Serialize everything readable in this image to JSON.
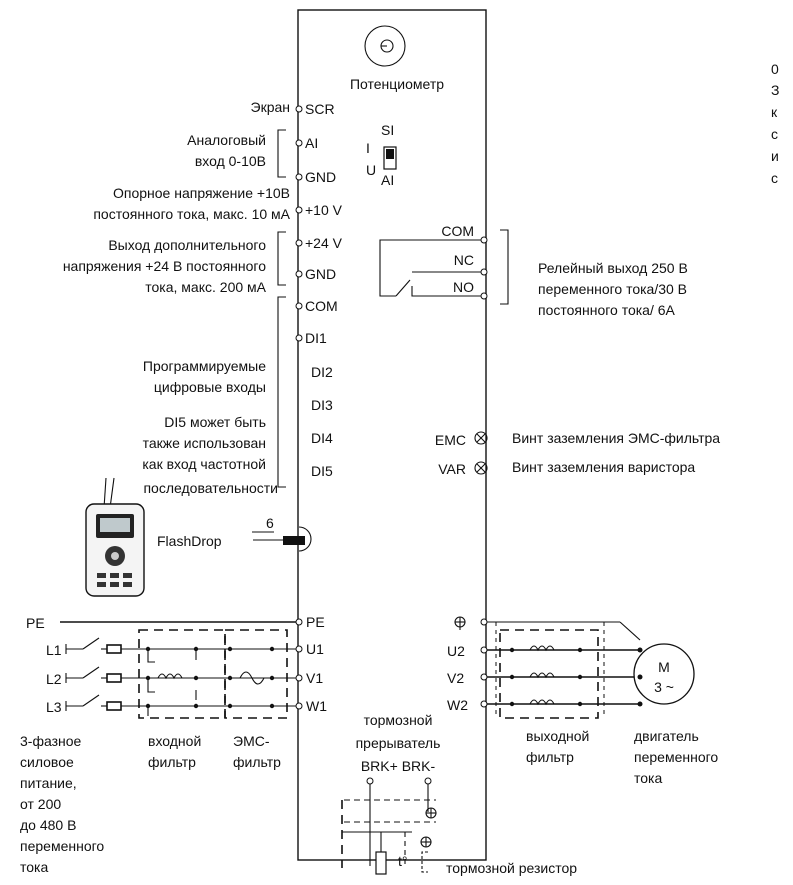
{
  "potentiometer": {
    "label": "Потенциометр"
  },
  "left_labels": {
    "screen": "Экран",
    "analog_in_1": "Аналоговый",
    "analog_in_2": "вход 0-10В",
    "ref_voltage_1": "Опорное напряжение +10В",
    "ref_voltage_2": "постоянного тока, макс. 10 мА",
    "aux_out_1": "Выход дополнительного",
    "aux_out_2": "напряжения +24 В постоянного",
    "aux_out_3": "тока, макс. 200 мА",
    "prog_inputs_1": "Программируемые",
    "prog_inputs_2": "цифровые входы",
    "di5_note_1": "DI5 может быть",
    "di5_note_2": "также использован",
    "di5_note_3": "как вход частотной",
    "di5_note_4": "последовательности"
  },
  "terminals": {
    "scr": "SCR",
    "ai": "AI",
    "gnd1": "GND",
    "plus10": "+10 V",
    "plus24": "+24 V",
    "gnd2": "GND",
    "com": "COM",
    "di1": "DI1",
    "di2": "DI2",
    "di3": "DI3",
    "di4": "DI4",
    "di5": "DI5",
    "pe": "PE",
    "u1": "U1",
    "v1": "V1",
    "w1": "W1",
    "u2": "U2",
    "v2": "V2",
    "w2": "W2"
  },
  "switch": {
    "si": "SI",
    "i": "I",
    "u": "U",
    "ai": "AI"
  },
  "relay": {
    "com": "COM",
    "nc": "NC",
    "no": "NO",
    "desc_1": "Релейный выход 250 В",
    "desc_2": "переменного тока/30 В",
    "desc_3": "постоянного тока/ 6А"
  },
  "screws": {
    "emc": "EMC",
    "var": "VAR",
    "emc_desc": "Винт заземления ЭМС-фильтра",
    "var_desc": "Винт заземления варистора"
  },
  "flashdrop": {
    "label": "FlashDrop",
    "pin_count": "6"
  },
  "right_fragment": [
    "0",
    "З",
    "к",
    "с",
    "и",
    "с"
  ],
  "power_input": {
    "pe": "PE",
    "l1": "L1",
    "l2": "L2",
    "l3": "L3",
    "desc": [
      "3-фазное",
      "силовое",
      "питание,",
      "от 200",
      "до 480 В",
      "переменного",
      "тока"
    ]
  },
  "input_filter": {
    "desc": [
      "входной",
      "фильтр"
    ]
  },
  "emc_filter": {
    "desc": [
      "ЭМС-",
      "фильтр"
    ]
  },
  "brake_chopper": {
    "desc_1": "тормозной",
    "desc_2": "прерыватель",
    "terminals": "BRK+ BRK-"
  },
  "output_filter": {
    "desc": [
      "выходной",
      "фильтр"
    ]
  },
  "motor": {
    "symbol": "M",
    "phase": "3 ~",
    "desc": [
      "двигатель",
      "переменного",
      "тока"
    ]
  },
  "brake_resistor": {
    "label": "тормозной резистор",
    "temp": "t°"
  }
}
